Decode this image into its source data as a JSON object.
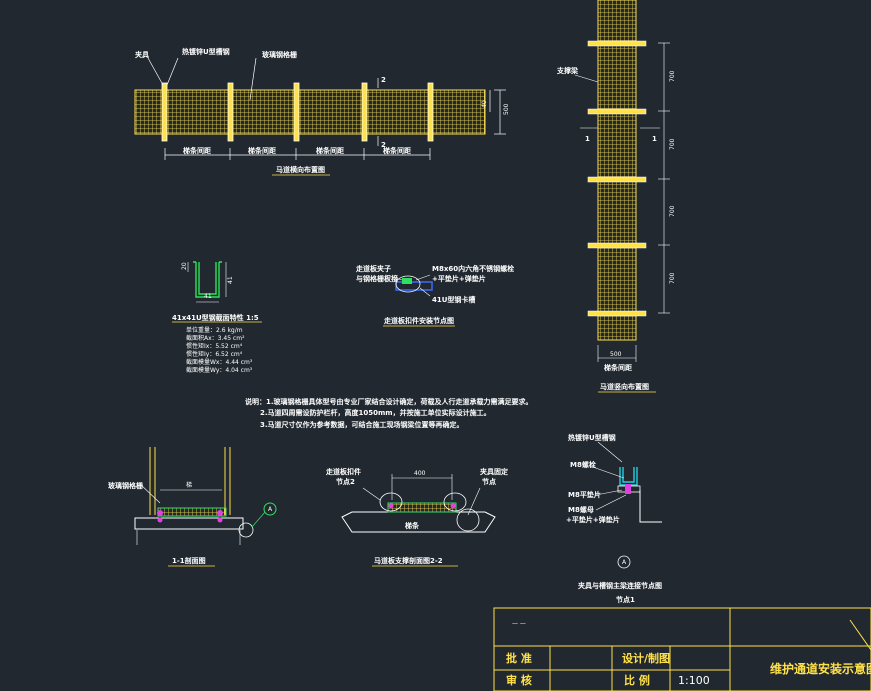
{
  "plan": {
    "label_fixture": "夹具",
    "label_ground": "热镀锌U型槽钢",
    "label_mesh": "玻璃钢格栅",
    "spacing_label": "梯条间距",
    "dim_40": "40",
    "dim_500": "500",
    "section_mark": "2",
    "caption": "马道横向布置图"
  },
  "channel_section": {
    "dim_20": "20",
    "dim_41": "41",
    "dim_41b": "41",
    "caption": "41x41U型钢截面特性 1:5",
    "props": [
      "单位重量：2.6 kg/m",
      "截面积Ax：3.45 cm²",
      "惯性矩Ix：5.52 cm⁴",
      "惯性矩Iy：6.52 cm⁴",
      "截面模量Wx：4.44 cm³",
      "截面模量Wy：4.04 cm³"
    ]
  },
  "detail_clip": {
    "label_left_1": "走道板夹子",
    "label_left_2": "与钢格栅板接",
    "label_right_1": "M8x60内六角不锈钢螺栓",
    "label_right_2": "+平垫片+弹垫片",
    "label_bottom": "41U型钢卡槽",
    "caption": "走道板扣件安装节点图"
  },
  "vertical": {
    "label_support": "支撑梁",
    "dim_700": "700",
    "dims": [
      "700",
      "700",
      "700",
      "700"
    ],
    "section_1": "1",
    "dim_500": "500",
    "spacing_label": "梯条间距",
    "caption": "马道竖向布置图"
  },
  "notes": {
    "line1": "说明：1.玻璃钢格栅具体型号由专业厂家结合设计确定，荷载及人行走道承载力需满足要求。",
    "line2": "2.马道四周需设防护栏杆，高度1050mm，并按施工单位实际设计施工。",
    "line3": "3.马道尺寸仅作为参考数据，可结合施工现场钢梁位置等再确定。"
  },
  "section11": {
    "label": "玻璃钢格栅",
    "dim": "梯",
    "callout": "A",
    "caption": "1-1剖面图"
  },
  "section22": {
    "label_1": "走道板扣件",
    "label_2": "节点2",
    "dim_400": "400",
    "label_right_1": "夹具固定",
    "label_right_2": "节点",
    "label_bottom": "梯条",
    "caption": "马道板支撑剖面图2-2"
  },
  "node1": {
    "label_top": "热镀锌U型槽钢",
    "label_a": "M8螺栓",
    "label_b": "M8平垫片",
    "label_c": "M8螺母",
    "label_d": "+平垫片+弹垫片",
    "callout": "A",
    "caption": "夹具与槽钢主梁连接节点图",
    "sub": "节点1"
  },
  "titleblock": {
    "row1_left": "— —",
    "approve": "批 准",
    "design": "设计/制图",
    "review": "审 核",
    "scale_label": "比 例",
    "scale_value": "1:100",
    "title": "维护通道安装示意图"
  },
  "colors": {
    "background": "#212830",
    "mesh": "#ffe14a",
    "line": "#ffffff",
    "green": "#30e060",
    "blue": "#3a6cff",
    "magenta": "#e040e0",
    "cyan": "#20d0e0",
    "titleblock": "#ffe14a"
  }
}
